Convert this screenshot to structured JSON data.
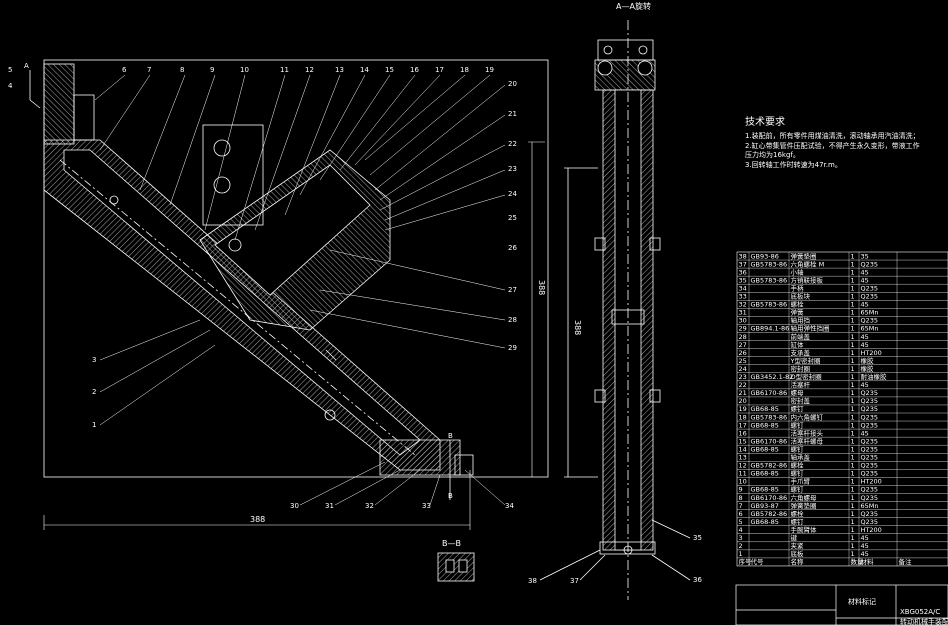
{
  "section_aa_title": "A—A旋转",
  "section_bb_title": "B—B",
  "tech": {
    "heading": "技术要求",
    "lines": [
      "1.装配前，所有零件用煤油清洗，滚动轴承用汽油清洗；",
      "2.缸心带集管件压配试验，不得产生永久变形，带液工作",
      "  压力均为16kgf。",
      "3.回转轴工作时转速为47r.m。"
    ]
  },
  "dims": {
    "width_main": "388",
    "height_main": "388",
    "height_side": "388"
  },
  "balloons_top": [
    "6",
    "7",
    "8",
    "9",
    "10",
    "11",
    "12",
    "13",
    "14",
    "15",
    "16",
    "17",
    "18",
    "19",
    "20",
    "21",
    "22"
  ],
  "balloons_left": [
    "5",
    "4",
    "3",
    "2",
    "1"
  ],
  "balloons_right": [
    "23",
    "24",
    "25",
    "26",
    "27",
    "28",
    "29"
  ],
  "balloons_bottom": [
    "30",
    "31",
    "32",
    "33",
    "34"
  ],
  "balloons_side": [
    "35",
    "36",
    "37",
    "38"
  ],
  "bom": {
    "rows": [
      [
        "38",
        "GB93-86",
        "弹簧垫圈",
        "1",
        "35"
      ],
      [
        "37",
        "GB5783-86",
        "六角螺栓 M",
        "1",
        "Q235"
      ],
      [
        "36",
        "",
        "小轴",
        "1",
        "45"
      ],
      [
        "35",
        "GB5783-86",
        "方销联接板",
        "1",
        "45"
      ],
      [
        "34",
        "",
        "手柄",
        "1",
        "Q235"
      ],
      [
        "33",
        "",
        "底板块",
        "1",
        "Q235"
      ],
      [
        "32",
        "GB5783-86",
        "螺栓",
        "1",
        "45"
      ],
      [
        "31",
        "",
        "弹簧",
        "1",
        "65Mn"
      ],
      [
        "30",
        "",
        "轴用挡",
        "1",
        "Q235"
      ],
      [
        "29",
        "GB894.1-86",
        "轴用弹性挡圈",
        "1",
        "65Mn"
      ],
      [
        "28",
        "",
        "前端盖",
        "1",
        "45"
      ],
      [
        "27",
        "",
        "缸体",
        "1",
        "45"
      ],
      [
        "26",
        "",
        "支承盖",
        "1",
        "HT200"
      ],
      [
        "25",
        "",
        "Y型密封圈",
        "1",
        "橡胶"
      ],
      [
        "24",
        "",
        "密封圈",
        "1",
        "橡胶"
      ],
      [
        "23",
        "GB3452.1-82",
        "O型密封圈",
        "1",
        "耐油橡胶"
      ],
      [
        "22",
        "",
        "活塞杆",
        "1",
        "45"
      ],
      [
        "21",
        "GB6170-86",
        "螺母",
        "1",
        "Q235"
      ],
      [
        "20",
        "",
        "密封盖",
        "1",
        "Q235"
      ],
      [
        "19",
        "GB68-85",
        "螺钉",
        "1",
        "Q235"
      ],
      [
        "18",
        "GB5783-86",
        "内六角螺钉",
        "1",
        "Q235"
      ],
      [
        "17",
        "GB68-85",
        "螺钉",
        "1",
        "Q235"
      ],
      [
        "16",
        "",
        "活塞杆接头",
        "1",
        "45"
      ],
      [
        "15",
        "GB6170-86",
        "活塞杆螺母",
        "1",
        "Q235"
      ],
      [
        "14",
        "GB68-85",
        "螺钉",
        "1",
        "Q235"
      ],
      [
        "13",
        "",
        "轴承盖",
        "1",
        "Q235"
      ],
      [
        "12",
        "GB5782-86",
        "螺栓",
        "1",
        "Q235"
      ],
      [
        "11",
        "GB68-85",
        "螺钉",
        "1",
        "Q235"
      ],
      [
        "10",
        "",
        "手爪臂",
        "1",
        "HT200"
      ],
      [
        "9",
        "GB68-85",
        "螺钉",
        "1",
        "Q235"
      ],
      [
        "8",
        "GB6170-86",
        "六角螺母",
        "1",
        "Q235"
      ],
      [
        "7",
        "GB93-87",
        "弹簧垫圈",
        "1",
        "65Mn"
      ],
      [
        "6",
        "GB5782-86",
        "螺栓",
        "1",
        "Q235"
      ],
      [
        "5",
        "GB68-85",
        "螺钉",
        "1",
        "Q235"
      ],
      [
        "4",
        "",
        "手腕臂体",
        "1",
        "HT200"
      ],
      [
        "3",
        "",
        "键",
        "1",
        "45"
      ],
      [
        "2",
        "",
        "夹紧",
        "1",
        "45"
      ],
      [
        "1",
        "",
        "底板",
        "1",
        "45"
      ]
    ],
    "header": [
      "序号",
      "代号",
      "名称",
      "数量",
      "材料",
      "备注"
    ],
    "mark_label": "材料标记",
    "drawing_no": "XBG052A/C",
    "drawing_title": "转动机械手装配图"
  }
}
